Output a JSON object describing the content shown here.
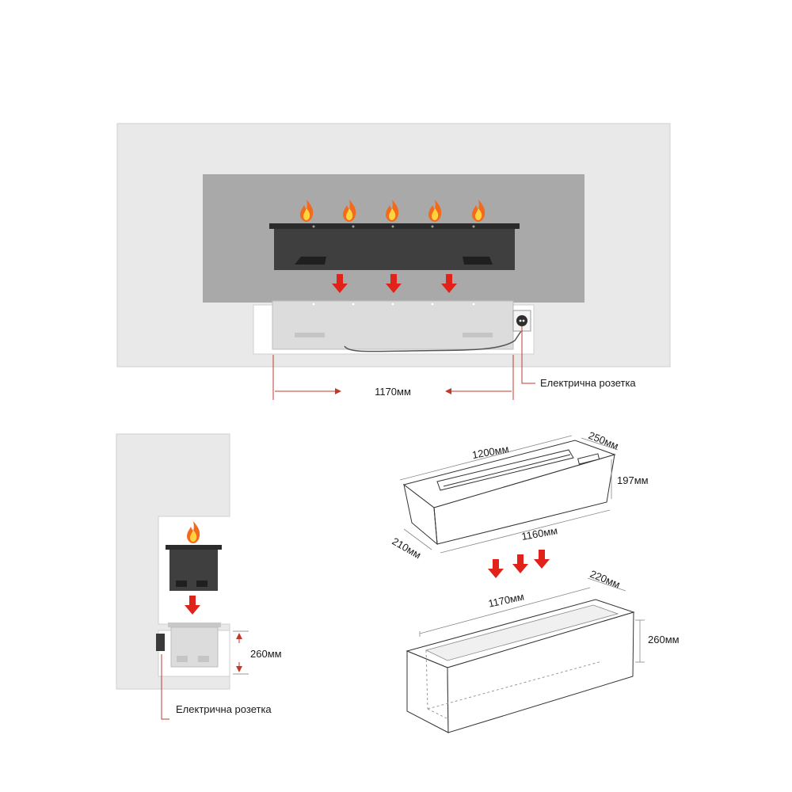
{
  "front_view": {
    "width_label": "1170мм",
    "socket_label": "Електрична розетка"
  },
  "side_view": {
    "height_label": "260мм",
    "socket_label": "Електрична розетка"
  },
  "burner_3d": {
    "length_top_label": "1200мм",
    "depth_top_label": "250мм",
    "height_label": "197мм",
    "length_bottom_label": "1160мм",
    "depth_bottom_label": "210мм"
  },
  "niche_3d": {
    "length_label": "1170мм",
    "depth_label": "220мм",
    "height_label": "260мм"
  },
  "colors": {
    "wall": "#e9e9e9",
    "panel": "#a9a9a9",
    "burner": "#3f3f3f",
    "arrow": "#e0221a",
    "dim_line": "#c0392b",
    "flame_outer": "#f26a1b",
    "flame_inner": "#ffd23f"
  },
  "icons": {
    "flame": "flame-icon",
    "arrow": "down-arrow-icon",
    "socket": "power-socket-icon"
  }
}
